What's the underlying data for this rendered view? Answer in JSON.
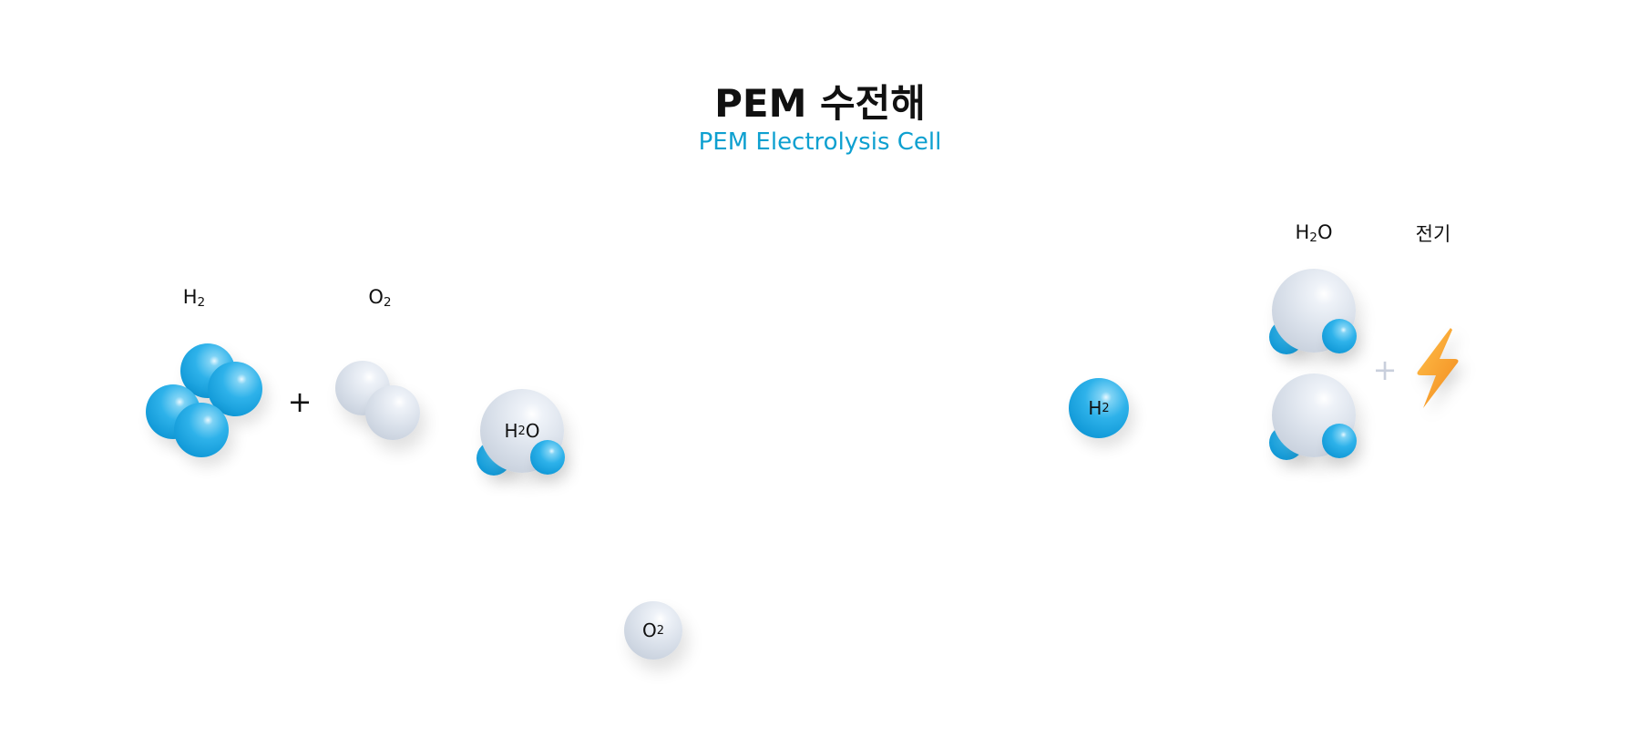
{
  "header": {
    "title": "PEM 수전해",
    "subtitle": "PEM Electrolysis Cell"
  },
  "left": {
    "h2_label": "H",
    "h2_sub": "2",
    "o2_label": "O",
    "o2_sub": "2",
    "plus": "+",
    "water": {
      "h": "H",
      "sub": "2",
      "o": "O"
    }
  },
  "bottom_o2": {
    "o": "O",
    "sub": "2"
  },
  "right": {
    "h2_ball": {
      "h": "H",
      "sub": "2"
    },
    "h2o_label": {
      "h": "H",
      "sub": "2",
      "o": "O"
    },
    "electricity_label": "전기",
    "plus": "+"
  },
  "colors": {
    "accent": "#0ea0d0",
    "hydrogen": "#1ca6e0",
    "oxygen": "#d5dce7",
    "lightning": "#f7a030"
  }
}
